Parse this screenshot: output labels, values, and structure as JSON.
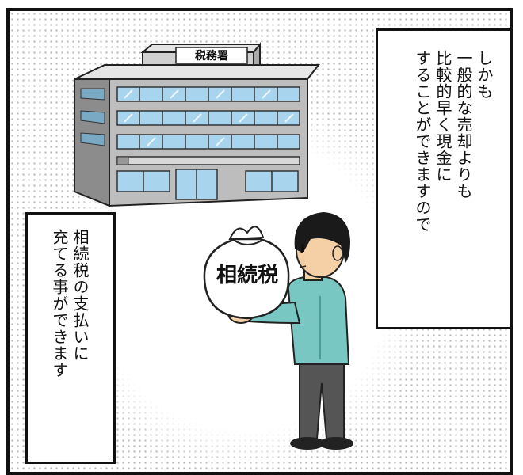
{
  "building": {
    "sign": "税務署"
  },
  "bag": {
    "label": "相続税"
  },
  "caption_right": {
    "lines": [
      "しかも",
      "一般的な売却よりも",
      "比較的早く現金に",
      "することができますので"
    ]
  },
  "caption_left": {
    "lines": [
      "相続税の支払いに",
      "充てる事ができます"
    ]
  }
}
